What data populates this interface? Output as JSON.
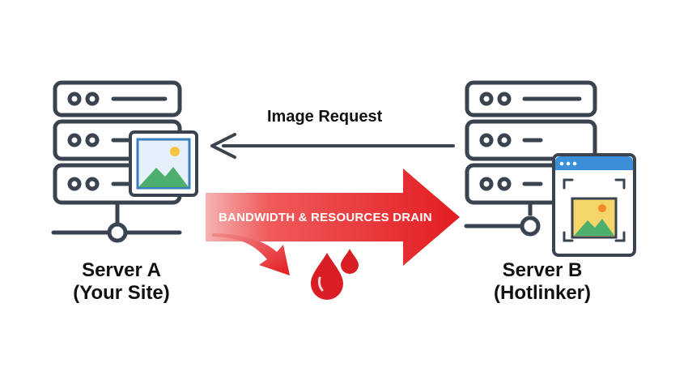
{
  "server_a": {
    "name": "Server A",
    "role": "(Your Site)"
  },
  "server_b": {
    "name": "Server B",
    "role": "(Hotlinker)"
  },
  "request_arrow": {
    "label": "Image Request"
  },
  "drain_arrow": {
    "label": "BANDWIDTH & RESOURCES DRAIN"
  },
  "colors": {
    "server_stroke": "#3a4450",
    "drain_red": "#e6262b",
    "drop_red": "#d81e24",
    "image_frame": "#4a90c8",
    "image_sky": "#f5d66b",
    "image_hill": "#4caf6e",
    "browser_bar": "#3b8fd9"
  },
  "icons": [
    "server-stack-icon",
    "image-icon",
    "browser-window-icon",
    "blood-drop-icon",
    "arrow-left-icon",
    "arrow-right-icon"
  ]
}
